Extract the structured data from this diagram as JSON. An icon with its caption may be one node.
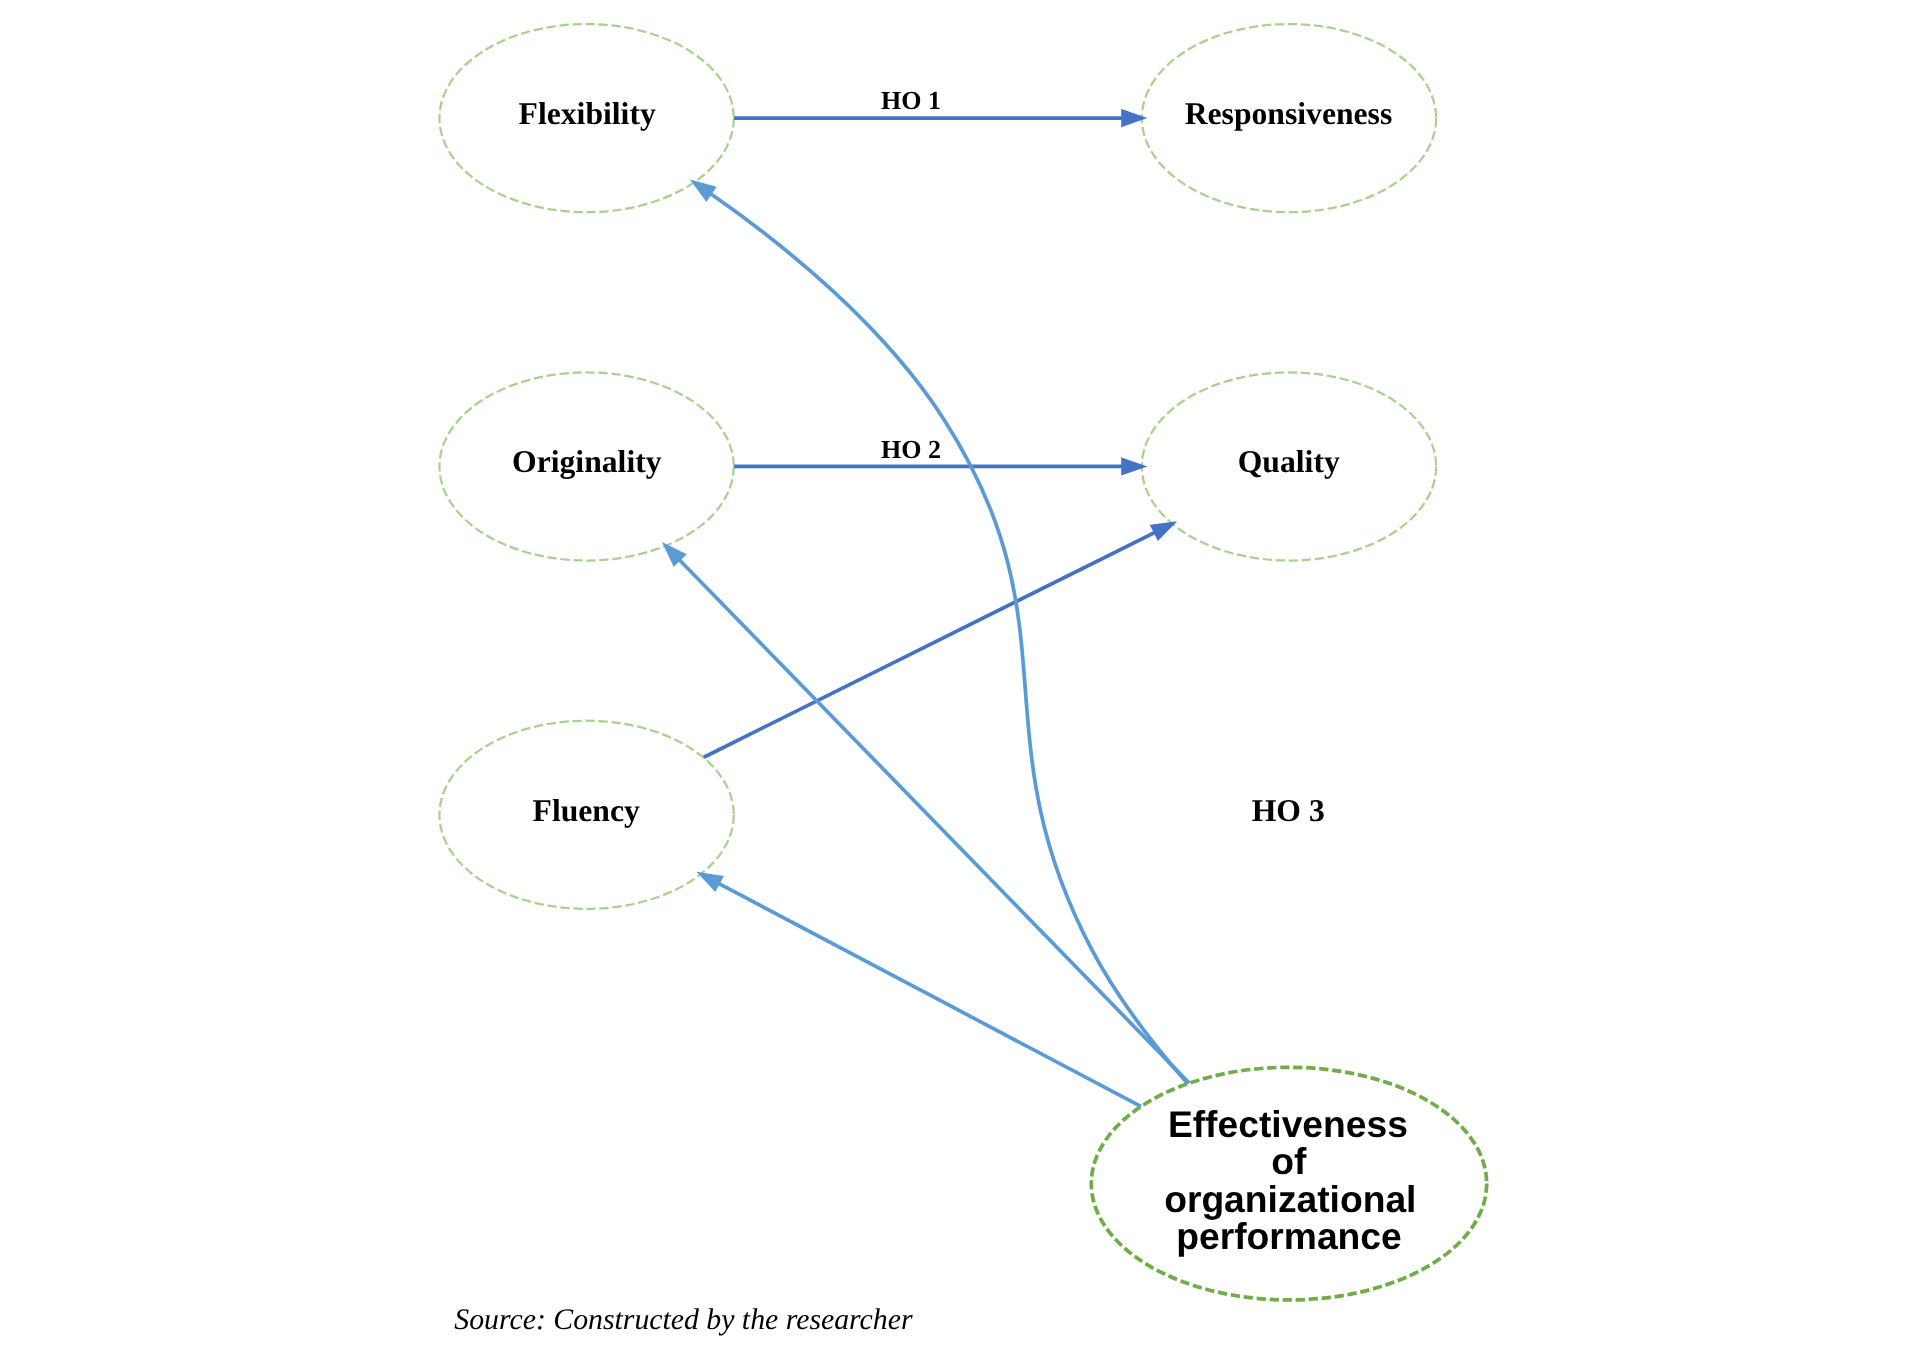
{
  "diagram": {
    "caption": "Source: Constructed by the researcher",
    "nodes": [
      {
        "text": [
          "Flexibility"
        ]
      },
      {
        "text": [
          "Responsiveness"
        ]
      },
      {
        "text": [
          "Originality"
        ]
      },
      {
        "text": [
          "Quality"
        ]
      },
      {
        "text": [
          "Fluency"
        ]
      },
      {
        "text": [
          "Effectiveness of organizational performance"
        ]
      }
    ],
    "edges": [
      {
        "from": 0,
        "to": 1,
        "arrow": "to",
        "label": "HO 1",
        "color": "#4472c4"
      },
      {
        "from": 2,
        "to": 3,
        "arrow": "to",
        "label": "HO 2",
        "color": "#4472c4"
      },
      {
        "from": 4,
        "to": 3,
        "arrow": "to",
        "color": "#4472c4"
      },
      {
        "from": 5,
        "to": 0,
        "arrow": "to",
        "color": "#5b9bd5"
      },
      {
        "from": 5,
        "to": 2,
        "arrow": "to",
        "color": "#5b9bd5"
      },
      {
        "from": 5,
        "to": 4,
        "arrow": "to",
        "color": "#5b9bd5"
      }
    ],
    "labels": [
      "HO 3"
    ]
  }
}
